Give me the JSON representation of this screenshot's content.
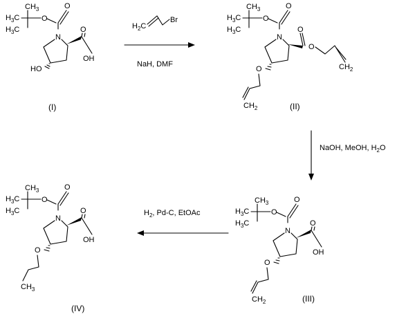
{
  "compounds": {
    "I": {
      "label": "(I)",
      "tbu": {
        "h3c_top": "H",
        "h3c_top_sub": "3",
        "c_top": "C",
        "h3c_bot": "H",
        "h3c_bot_sub": "3",
        "c_bot": "C",
        "ch3_c": "CH",
        "ch3_sub": "3"
      },
      "carbamate_o1": "O",
      "carbamate_o2": "O",
      "n": "N",
      "acid_o": "O",
      "acid_oh": "OH",
      "ring_oh": "HO"
    },
    "II": {
      "label": "(II)",
      "tbu": {
        "h3c_top": "H",
        "h3c_top_sub": "3",
        "c_top": "C",
        "h3c_bot": "H",
        "h3c_bot_sub": "3",
        "c_bot": "C",
        "ch3_c": "CH",
        "ch3_sub": "3"
      },
      "carbamate_o1": "O",
      "carbamate_o2": "O",
      "n": "N",
      "ester_o1": "O",
      "ester_o2": "O",
      "ester_end": "CH",
      "ester_end_sub": "2",
      "ether_o": "O",
      "allyl_end": "CH",
      "allyl_end_sub": "2"
    },
    "III": {
      "label": "(III)",
      "tbu": {
        "h3c_top": "H",
        "h3c_top_sub": "3",
        "c_top": "C",
        "h3c_bot": "H",
        "h3c_bot_sub": "3",
        "c_bot": "C",
        "ch3_c": "CH",
        "ch3_sub": "3"
      },
      "carbamate_o1": "O",
      "carbamate_o2": "O",
      "n": "N",
      "acid_o": "O",
      "acid_oh": "OH",
      "ether_o": "O",
      "allyl_end": "CH",
      "allyl_end_sub": "2"
    },
    "IV": {
      "label": "(IV)",
      "tbu": {
        "h3c_top": "H",
        "h3c_top_sub": "3",
        "c_top": "C",
        "h3c_bot": "H",
        "h3c_bot_sub": "3",
        "c_bot": "C",
        "ch3_c": "CH",
        "ch3_sub": "3"
      },
      "carbamate_o1": "O",
      "carbamate_o2": "O",
      "n": "N",
      "acid_o": "O",
      "acid_oh": "OH",
      "ether_o": "O",
      "propyl_end": "CH",
      "propyl_end_sub": "3"
    }
  },
  "reagents": {
    "allyl_bromide": {
      "h2": "H",
      "h2_sub": "2",
      "c": "C",
      "br": "Br"
    },
    "step1_conditions": "NaH, DMF",
    "step2": {
      "text": "NaOH, MeOH, H",
      "sub": "2",
      "tail": "O"
    },
    "step3": {
      "h2": "H",
      "h2_sub": "2",
      "text": ", Pd-C, EtOAc"
    }
  }
}
